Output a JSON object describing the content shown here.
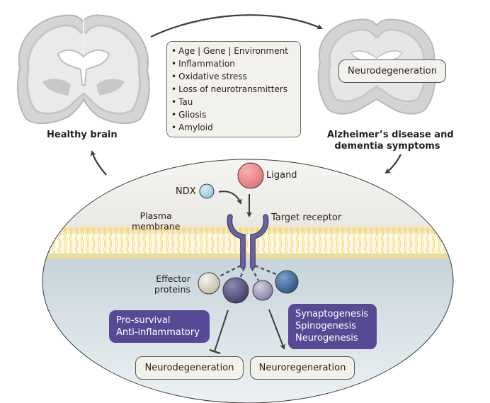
{
  "healthy_brain": {
    "label": "Healthy brain"
  },
  "diseased_brain": {
    "label_line1": "Alzheimer’s disease and",
    "label_line2": "dementia symptoms",
    "overlay_label": "Neurodegeneration"
  },
  "risk_factors": {
    "items": [
      "Age | Gene | Environment",
      "Inflammation",
      "Oxidative stress",
      "Loss of neurotransmitters",
      "Tau",
      "Gliosis",
      "Amyloid"
    ]
  },
  "cell": {
    "ligand_label": "Ligand",
    "ndx_label": "NDX",
    "membrane_label_line1": "Plasma",
    "membrane_label_line2": "membrane",
    "receptor_label": "Target receptor",
    "effector_label_line1": "Effector",
    "effector_label_line2": "proteins",
    "pro_survival": [
      "Pro-survival",
      "Anti-inflammatory"
    ],
    "genesis": [
      "Synaptogenesis",
      "Spinogenesis",
      "Neurogenesis"
    ],
    "outcome_inhibited": "Neurodegeneration",
    "outcome_promoted": "Neuroregeneration"
  },
  "colors": {
    "ligand": "#e98080",
    "ndx": "#a7d3e3",
    "receptor": "#6a63a3",
    "membrane": "#f1d873",
    "purple_box": "#574a94",
    "arrow": "#3d3a3c",
    "effector_beige": "#d9d7c3",
    "effector_dark_purple": "#55507e",
    "effector_light_purple": "#9c97b8",
    "effector_blue": "#3f6597"
  }
}
